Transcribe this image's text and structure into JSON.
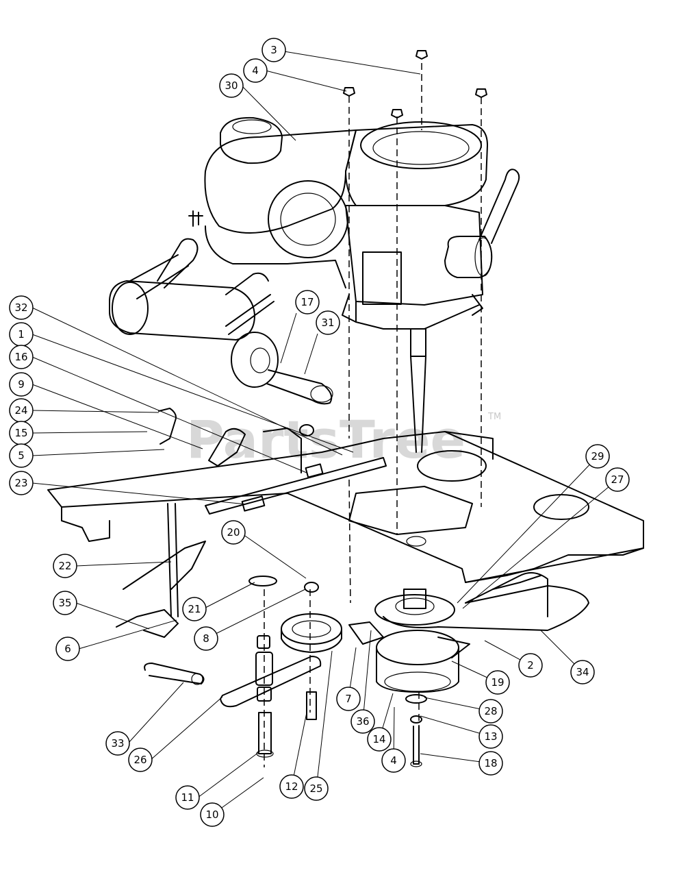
{
  "watermark": {
    "text": "PartsTree",
    "trademark": "TM"
  },
  "callouts": [
    {
      "id": "c-3",
      "label": "3"
    },
    {
      "id": "c-4",
      "label": "4"
    },
    {
      "id": "c-30",
      "label": "30"
    },
    {
      "id": "c-32",
      "label": "32"
    },
    {
      "id": "c-1",
      "label": "1"
    },
    {
      "id": "c-16",
      "label": "16"
    },
    {
      "id": "c-9",
      "label": "9"
    },
    {
      "id": "c-24",
      "label": "24"
    },
    {
      "id": "c-15",
      "label": "15"
    },
    {
      "id": "c-5",
      "label": "5"
    },
    {
      "id": "c-23",
      "label": "23"
    },
    {
      "id": "c-17",
      "label": "17"
    },
    {
      "id": "c-31",
      "label": "31"
    },
    {
      "id": "c-29",
      "label": "29"
    },
    {
      "id": "c-27",
      "label": "27"
    },
    {
      "id": "c-20",
      "label": "20"
    },
    {
      "id": "c-22",
      "label": "22"
    },
    {
      "id": "c-35",
      "label": "35"
    },
    {
      "id": "c-6",
      "label": "6"
    },
    {
      "id": "c-21",
      "label": "21"
    },
    {
      "id": "c-8",
      "label": "8"
    },
    {
      "id": "c-2",
      "label": "2"
    },
    {
      "id": "c-34",
      "label": "34"
    },
    {
      "id": "c-19",
      "label": "19"
    },
    {
      "id": "c-7",
      "label": "7"
    },
    {
      "id": "c-36",
      "label": "36"
    },
    {
      "id": "c-28",
      "label": "28"
    },
    {
      "id": "c-13",
      "label": "13"
    },
    {
      "id": "c-14",
      "label": "14"
    },
    {
      "id": "c-4b",
      "label": "4"
    },
    {
      "id": "c-18",
      "label": "18"
    },
    {
      "id": "c-33",
      "label": "33"
    },
    {
      "id": "c-26",
      "label": "26"
    },
    {
      "id": "c-12",
      "label": "12"
    },
    {
      "id": "c-25",
      "label": "25"
    },
    {
      "id": "c-11",
      "label": "11"
    },
    {
      "id": "c-10",
      "label": "10"
    }
  ]
}
